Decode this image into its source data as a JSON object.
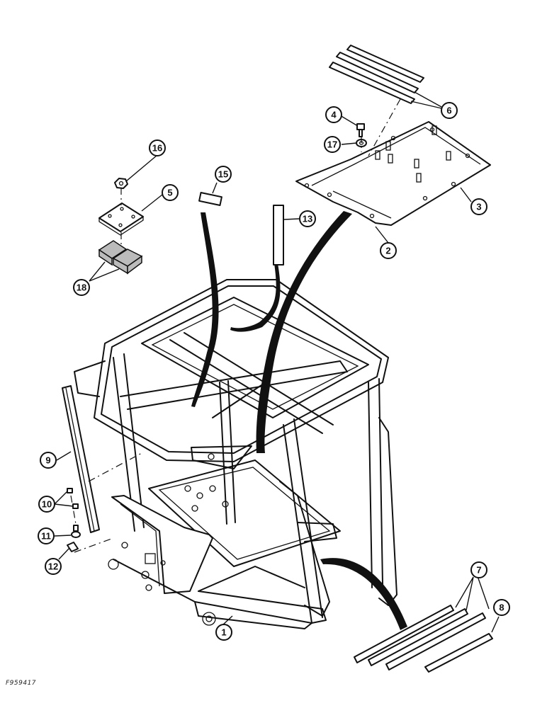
{
  "figure_id": "F959417",
  "callouts": [
    {
      "label": "1"
    },
    {
      "label": "2"
    },
    {
      "label": "3"
    },
    {
      "label": "4"
    },
    {
      "label": "5"
    },
    {
      "label": "6"
    },
    {
      "label": "7"
    },
    {
      "label": "8"
    },
    {
      "label": "9"
    },
    {
      "label": "10"
    },
    {
      "label": "11"
    },
    {
      "label": "12"
    },
    {
      "label": "13"
    },
    {
      "label": "15"
    },
    {
      "label": "16"
    },
    {
      "label": "17"
    },
    {
      "label": "18"
    }
  ]
}
